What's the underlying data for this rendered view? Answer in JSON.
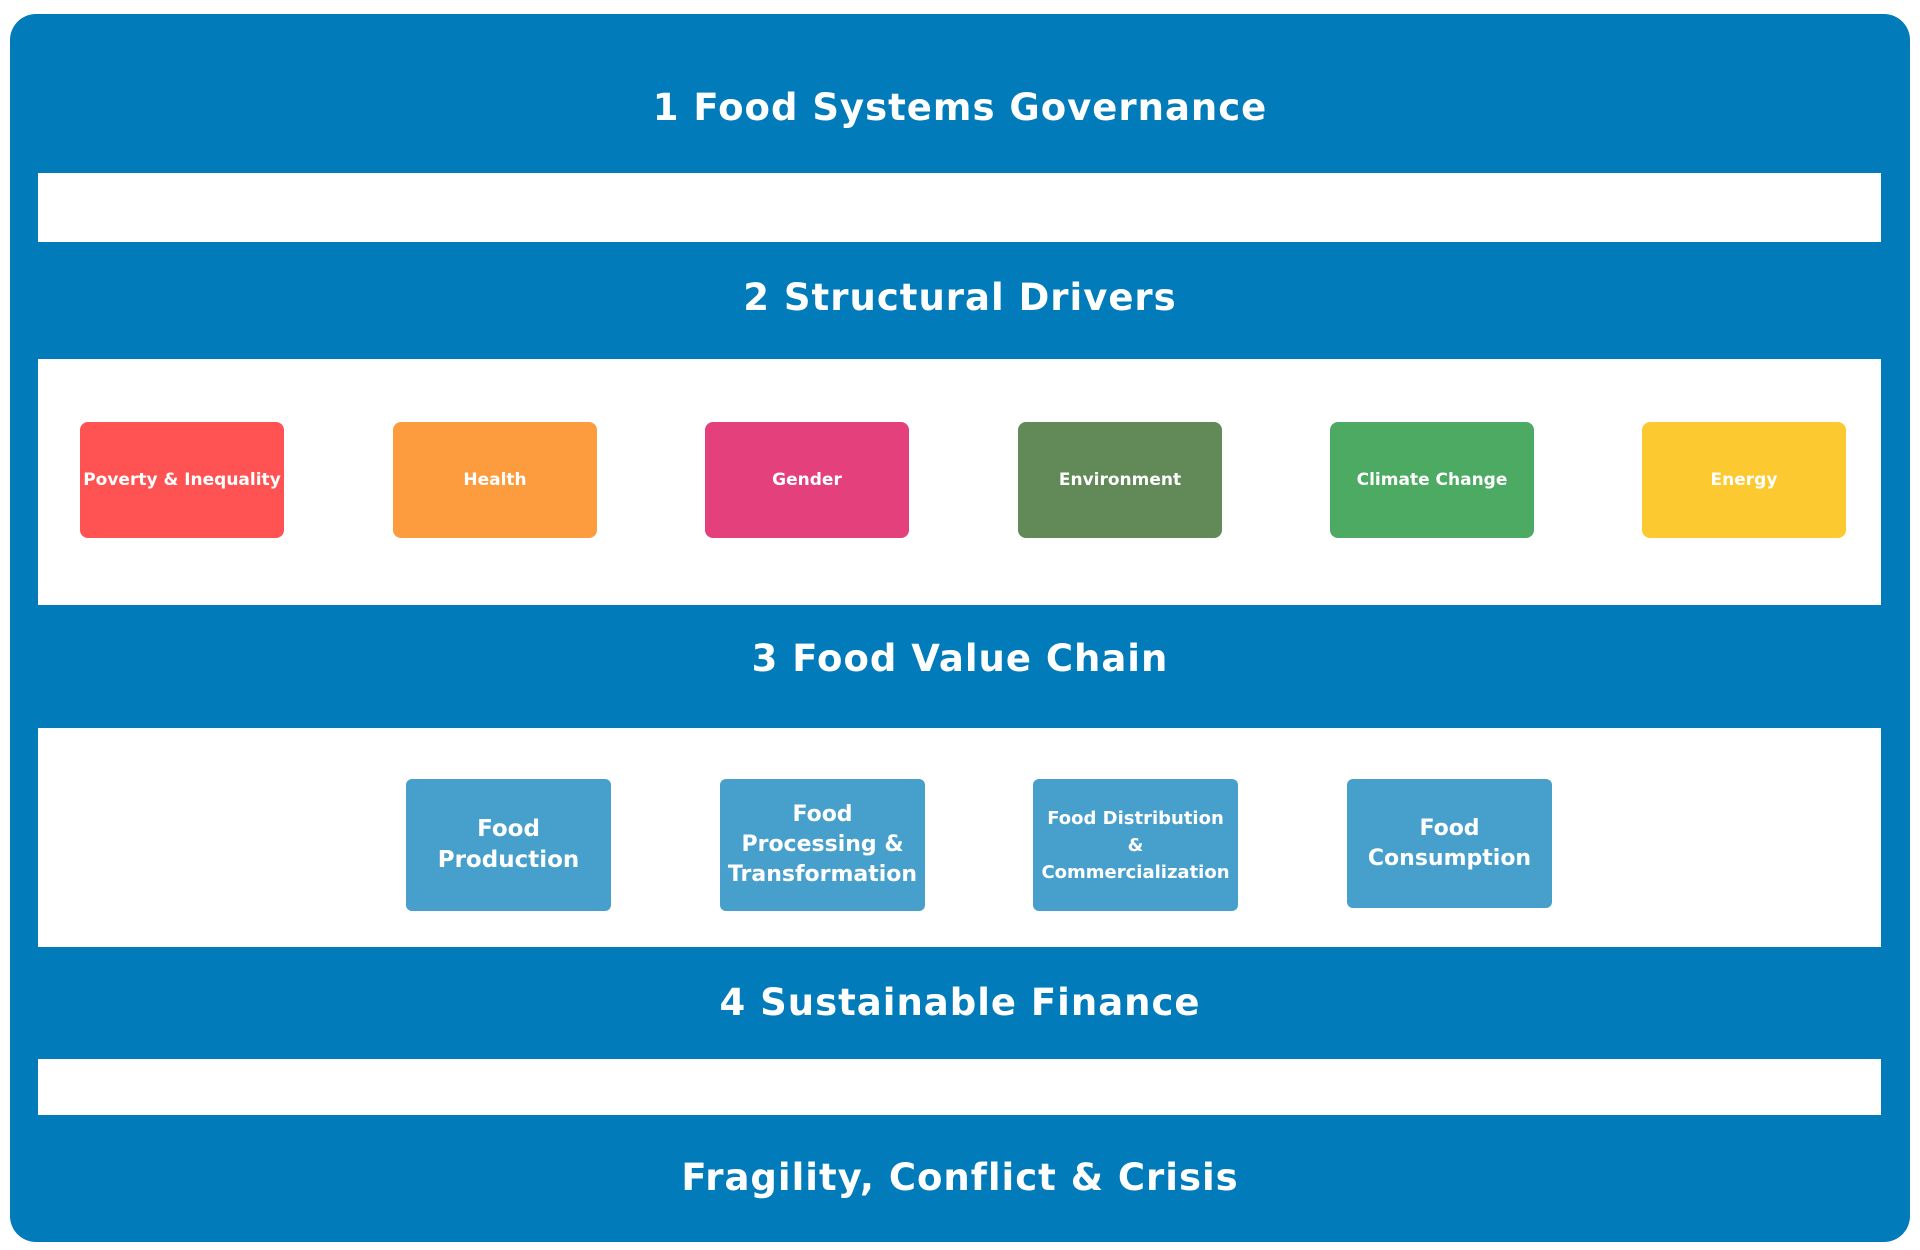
{
  "layers": [
    {
      "title": "1  Food Systems Governance"
    },
    {
      "title": "2 Structural Drivers"
    },
    {
      "title": "3 Food Value Chain"
    },
    {
      "title": "4 Sustainable Finance"
    },
    {
      "title": "Fragility, Conflict & Crisis"
    }
  ],
  "structural_drivers": [
    {
      "label": "Poverty & Inequality",
      "color": "#ff5252"
    },
    {
      "label": "Health",
      "color": "#fd9c3e"
    },
    {
      "label": "Gender",
      "color": "#e4407c"
    },
    {
      "label": "Environment",
      "color": "#618a58"
    },
    {
      "label": "Climate Change",
      "color": "#4caa63"
    },
    {
      "label": "Energy",
      "color": "#fcc931"
    }
  ],
  "value_chain": [
    {
      "lines": [
        "Food",
        "Production"
      ]
    },
    {
      "lines": [
        "Food",
        "Processing &",
        "Transformation"
      ]
    },
    {
      "lines": [
        "Food Distribution",
        "&",
        "Commercialization"
      ]
    },
    {
      "lines": [
        "Food",
        "Consumption"
      ]
    }
  ],
  "colors": {
    "frame": "#017bb9",
    "panel": "#ffffff",
    "value_chain_box": "#47a0cc"
  }
}
